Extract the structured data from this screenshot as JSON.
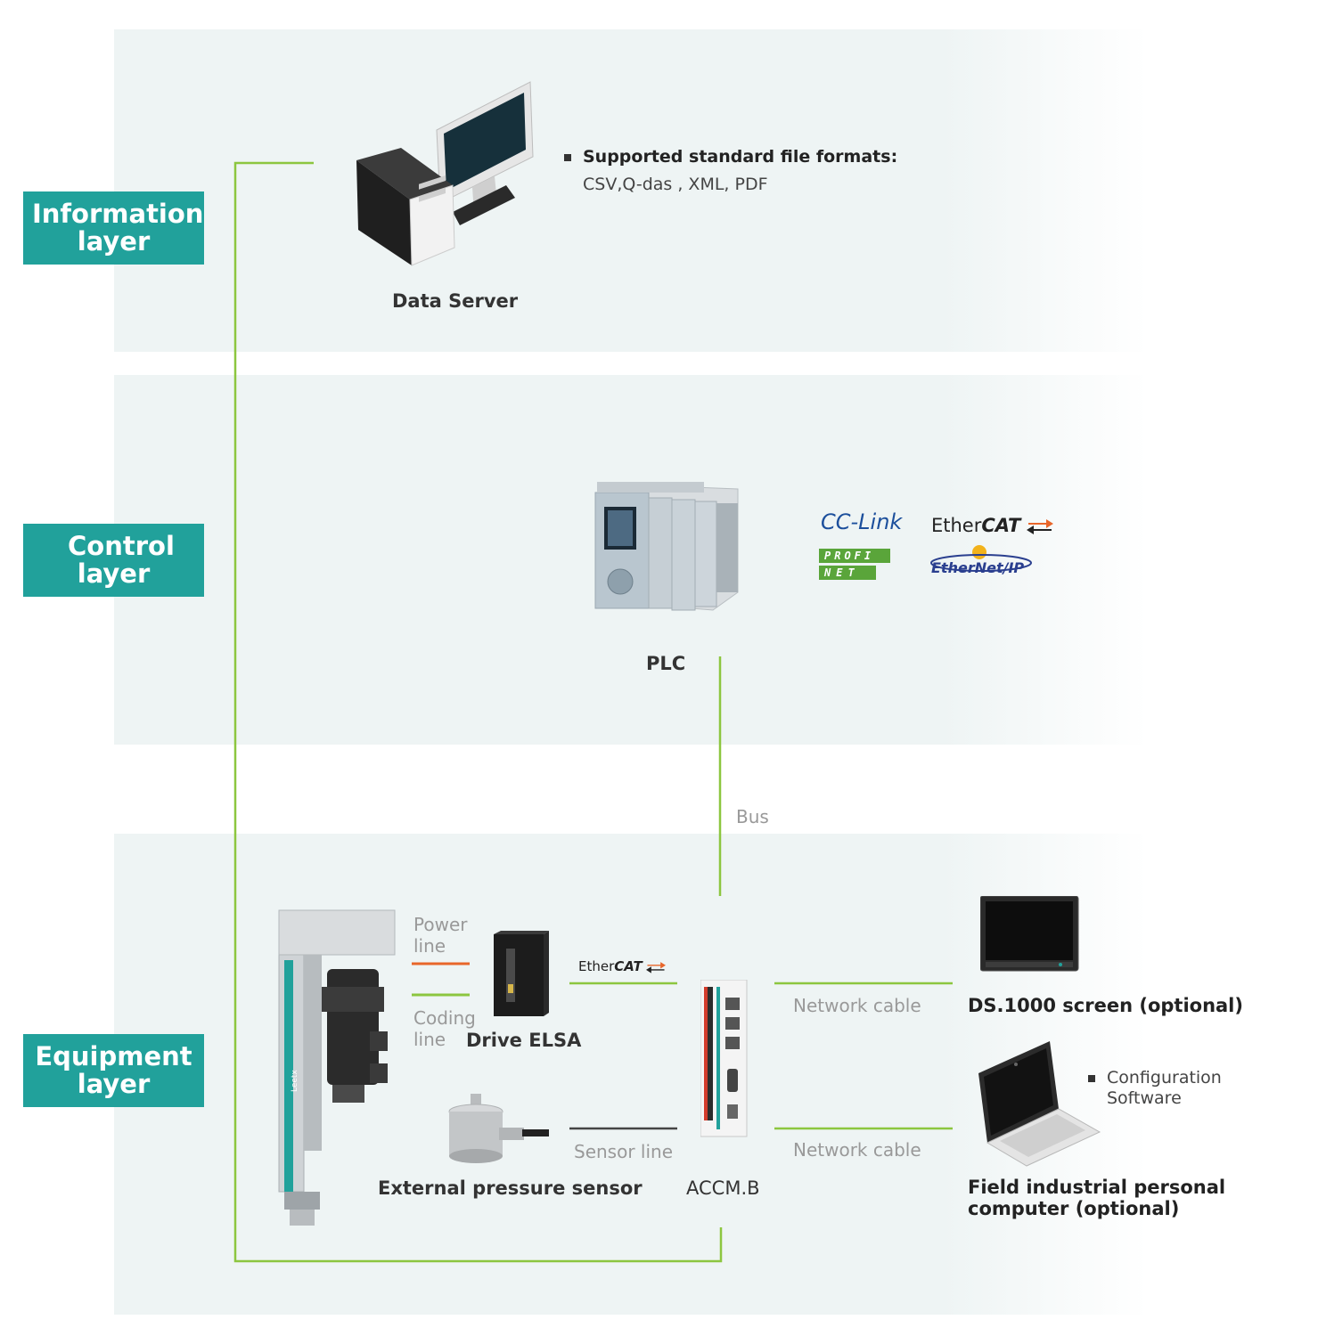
{
  "layers": [
    {
      "label": "Information layer"
    },
    {
      "label": "Control layer"
    },
    {
      "label": "Equipment layer"
    }
  ],
  "information": {
    "server_label": "Data Server",
    "formats_title": "Supported standard file formats:",
    "formats_list": "CSV,Q-das , XML, PDF"
  },
  "control": {
    "plc_label": "PLC",
    "protocols": {
      "cclink": "CC-Link",
      "ethercat_prefix": "Ether",
      "ethercat_suffix": "CAT",
      "profinet_1": "PROFI",
      "profinet_2": "NET",
      "ethernetip": "EtherNet/IP"
    },
    "bus_label": "Bus"
  },
  "equipment": {
    "power_line": "Power line",
    "coding_line": "Coding line",
    "drive_label": "Drive ELSA",
    "ethercat_prefix": "Ether",
    "ethercat_suffix": "CAT",
    "sensor_line": "Sensor line",
    "sensor_label": "External pressure sensor",
    "accm_label": "ACCM.B",
    "network_cable_1": "Network cable",
    "network_cable_2": "Network cable",
    "screen_label": "DS.1000 screen (optional)",
    "pc_label_1": "Field industrial personal",
    "pc_label_2": "computer (optional)",
    "config_1": "Configuration",
    "config_2": "Software",
    "press_brand": "Leetx"
  },
  "colors": {
    "accent": "#21a19b",
    "connector_green": "#8cc63f",
    "power_line": "#e8662a",
    "sensor_line": "#444444",
    "band_bg": "#eef4f4"
  }
}
